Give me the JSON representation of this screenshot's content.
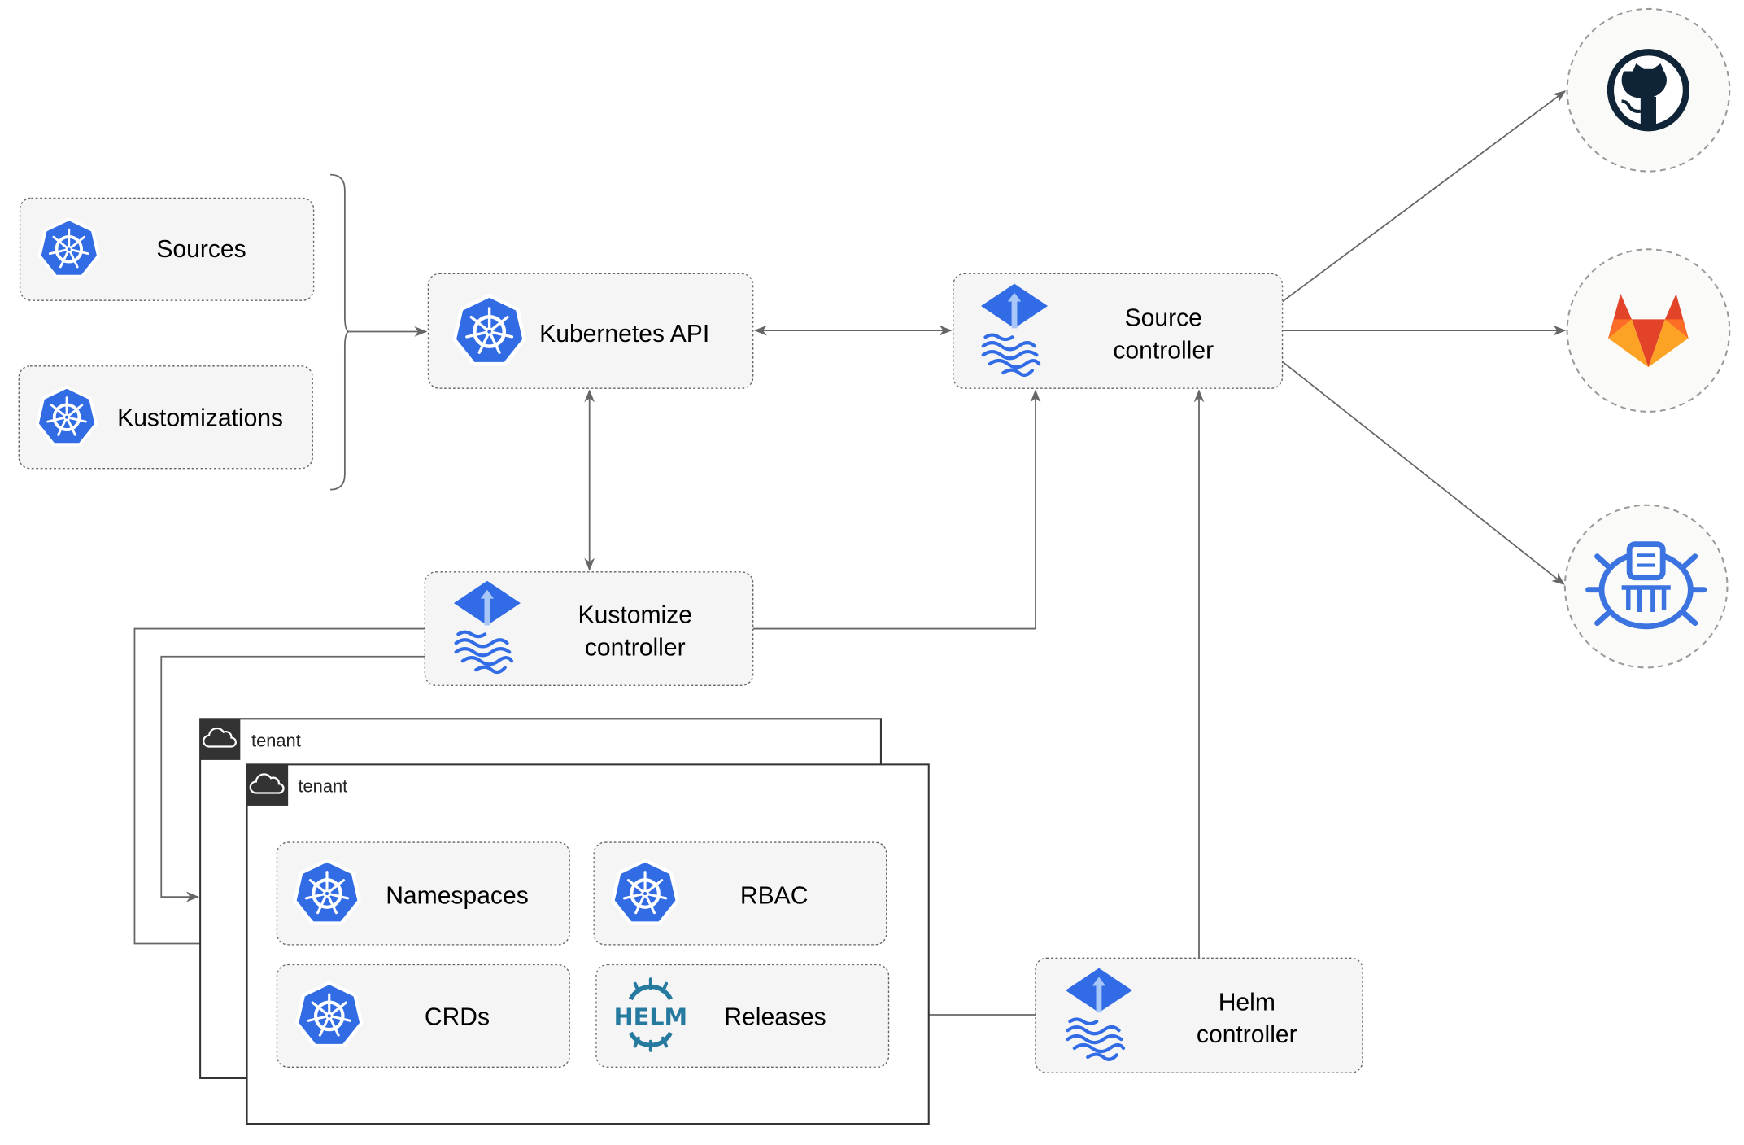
{
  "colors": {
    "kubernetes_blue": "#326ce5",
    "flux_blue": "#316ce6",
    "helm_teal": "#277a9f",
    "github_dark": "#0f2436",
    "gitlab_orange": "#e24329",
    "edge_gray": "#666666"
  },
  "inputs": {
    "sources": {
      "label": "Sources",
      "icon": "kubernetes-icon"
    },
    "kustomizations": {
      "label": "Kustomizations",
      "icon": "kubernetes-icon"
    }
  },
  "kubernetes_api": {
    "label": "Kubernetes API",
    "icon": "kubernetes-icon"
  },
  "source_controller": {
    "line1": "Source",
    "line2": "controller",
    "icon": "flux-icon"
  },
  "kustomize_controller": {
    "line1": "Kustomize",
    "line2": "controller",
    "icon": "flux-icon"
  },
  "helm_controller": {
    "line1": "Helm",
    "line2": "controller",
    "icon": "flux-icon"
  },
  "tenants": [
    {
      "label": "tenant",
      "icon": "cloud-icon"
    },
    {
      "label": "tenant",
      "icon": "cloud-icon"
    }
  ],
  "tenant_resources": [
    {
      "label": "Namespaces",
      "icon": "kubernetes-icon"
    },
    {
      "label": "RBAC",
      "icon": "kubernetes-icon"
    },
    {
      "label": "CRDs",
      "icon": "kubernetes-icon"
    },
    {
      "label": "Releases",
      "icon": "helm-icon",
      "icon_text": "HELM"
    }
  ],
  "external_sources": [
    {
      "name": "github",
      "icon": "github-icon"
    },
    {
      "name": "gitlab",
      "icon": "gitlab-icon"
    },
    {
      "name": "bucket",
      "icon": "bucket-icon"
    }
  ]
}
